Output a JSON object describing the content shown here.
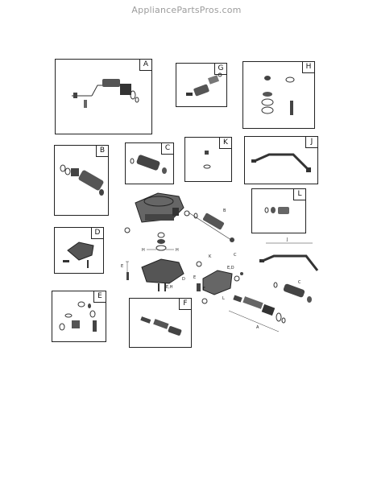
{
  "site": {
    "watermark": "AppliancePartsPros.com"
  },
  "insets": {
    "A": "A",
    "B": "B",
    "C": "C",
    "D": "D",
    "E": "E",
    "F": "F",
    "G": "G",
    "H": "H",
    "J": "J",
    "K": "K",
    "L": "L"
  },
  "callouts": {
    "B": "B",
    "J": "J",
    "C": "C",
    "A": "A",
    "D": "D",
    "E": "E",
    "EH": "E,H",
    "H": "H",
    "K": "K",
    "L": "L",
    "ED": "E,D",
    "F": "F"
  }
}
